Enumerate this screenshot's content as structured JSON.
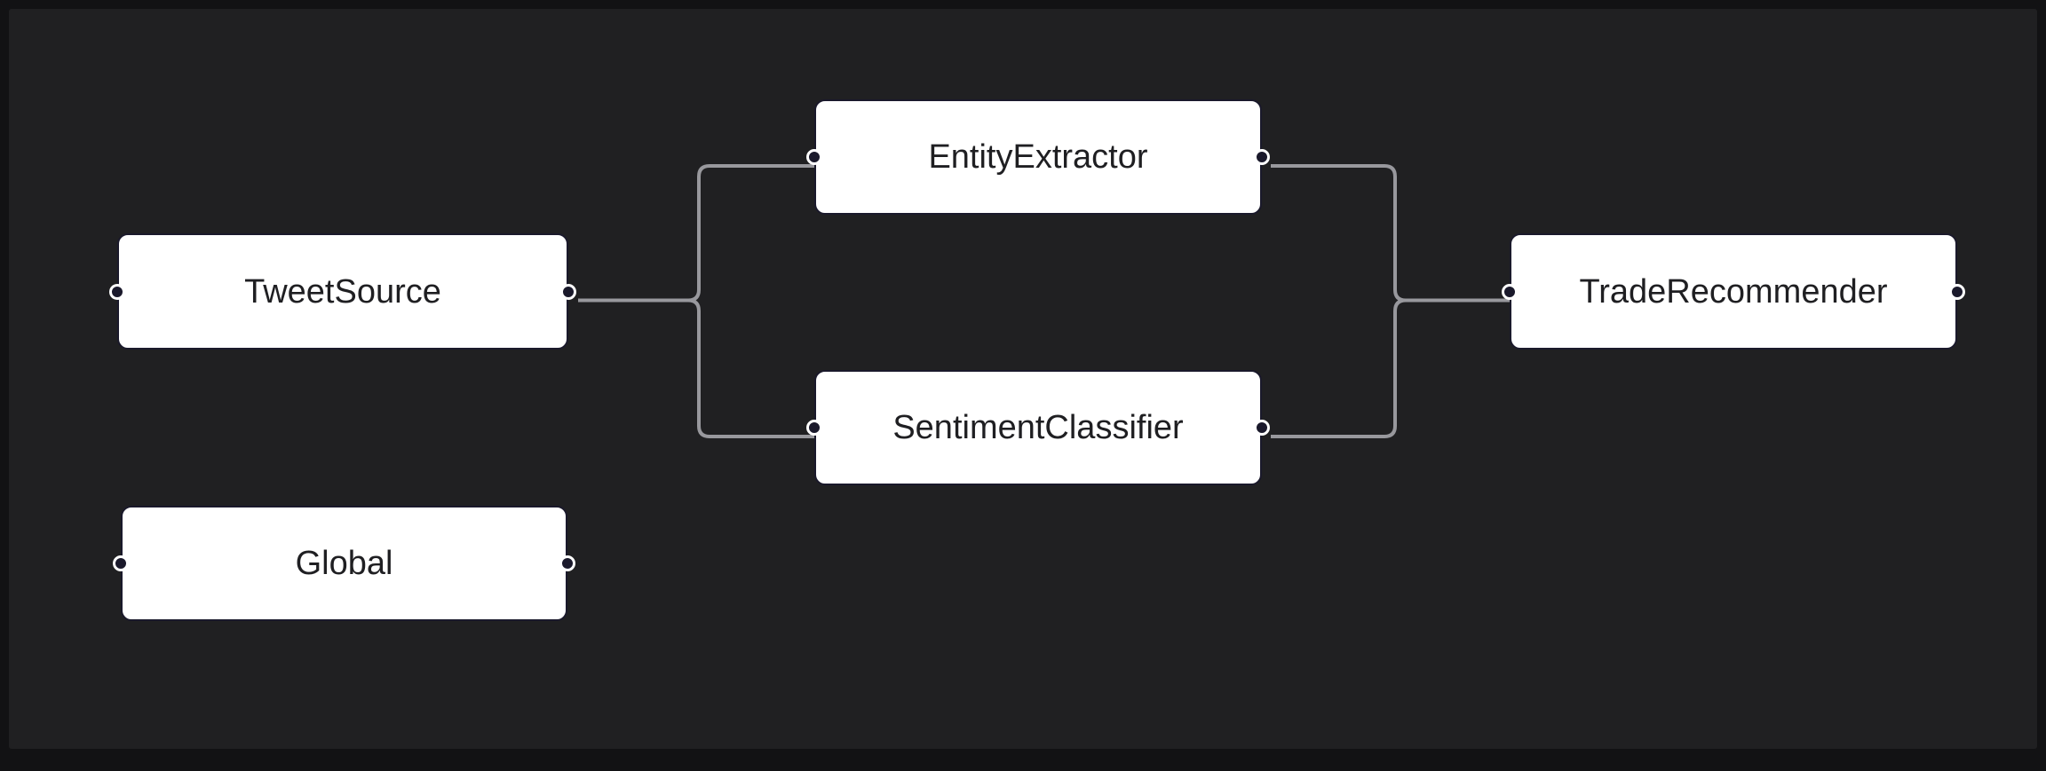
{
  "canvas": {
    "background_color": "#202022",
    "frame_color": "#121214"
  },
  "node_style": {
    "background_color": "#ffffff",
    "border_color": "#1a192b",
    "text_color": "#1f1f22",
    "port_fill_color": "#1a192b",
    "port_ring_color": "#ffffff"
  },
  "edge_style": {
    "color": "#98989d"
  },
  "nodes": [
    {
      "id": "TweetSource",
      "label": "TweetSource"
    },
    {
      "id": "EntityExtractor",
      "label": "EntityExtractor"
    },
    {
      "id": "SentimentClassifier",
      "label": "SentimentClassifier"
    },
    {
      "id": "TradeRecommender",
      "label": "TradeRecommender"
    },
    {
      "id": "Global",
      "label": "Global"
    }
  ],
  "edges": [
    {
      "source": "TweetSource",
      "target": "EntityExtractor"
    },
    {
      "source": "TweetSource",
      "target": "SentimentClassifier"
    },
    {
      "source": "EntityExtractor",
      "target": "TradeRecommender"
    },
    {
      "source": "SentimentClassifier",
      "target": "TradeRecommender"
    }
  ]
}
